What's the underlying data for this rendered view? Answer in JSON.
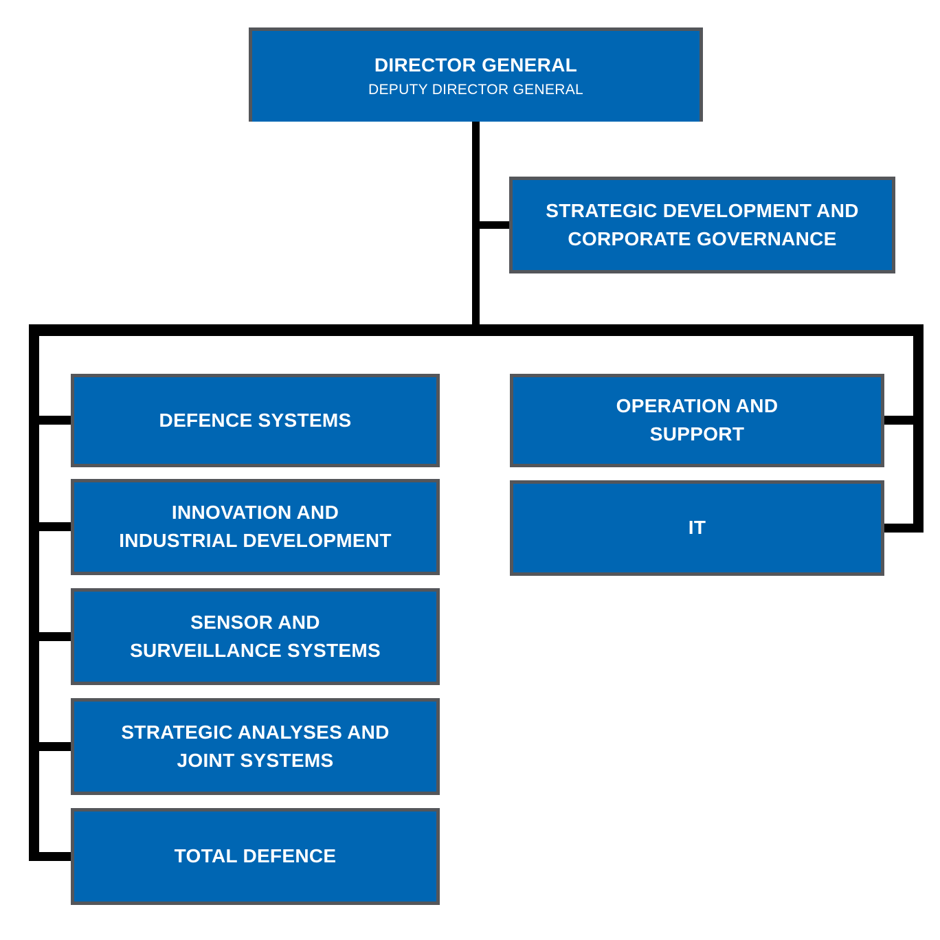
{
  "chart": {
    "type": "org-chart",
    "root": {
      "title": "DIRECTOR GENERAL",
      "subtitle": "DEPUTY DIRECTOR GENERAL"
    },
    "staff_unit": {
      "label": "STRATEGIC DEVELOPMENT AND\nCORPORATE GOVERNANCE"
    },
    "left_column": [
      {
        "label": "DEFENCE SYSTEMS"
      },
      {
        "label": "INNOVATION AND\nINDUSTRIAL DEVELOPMENT"
      },
      {
        "label": "SENSOR AND\nSURVEILLANCE SYSTEMS"
      },
      {
        "label": "STRATEGIC ANALYSES AND\nJOINT SYSTEMS"
      },
      {
        "label": "TOTAL DEFENCE"
      }
    ],
    "right_column": [
      {
        "label": "OPERATION AND\nSUPPORT"
      },
      {
        "label": "IT"
      }
    ],
    "colors": {
      "box_fill": "#0066b3",
      "box_border": "#54565a",
      "connector": "#000000",
      "text": "#ffffff",
      "background": "#ffffff"
    }
  }
}
